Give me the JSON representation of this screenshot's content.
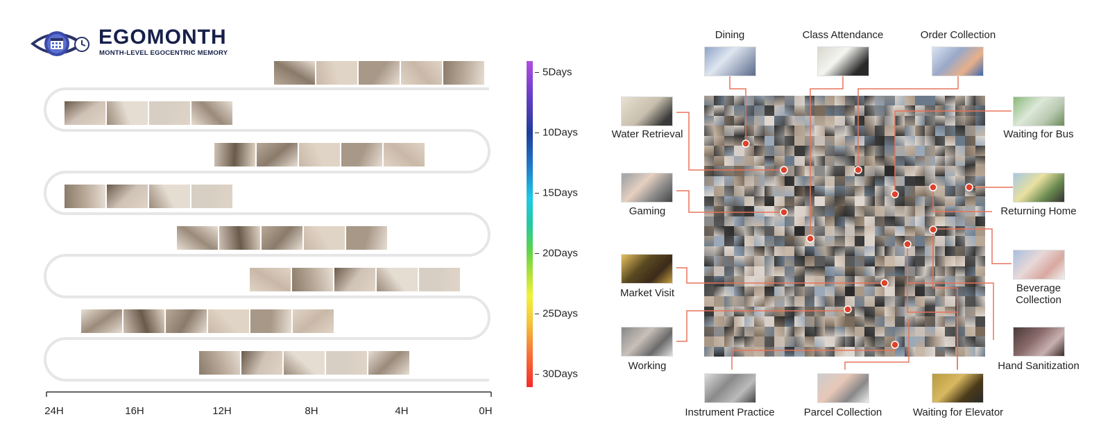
{
  "logo": {
    "title": "EGOMONTH",
    "subtitle": "MONTH-LEVEL EGOCENTRIC MEMORY"
  },
  "timeline": {
    "axis_ticks": [
      "24H",
      "16H",
      "12H",
      "8H",
      "4H",
      "0H"
    ]
  },
  "colorbar": {
    "labels": [
      "5Days",
      "10Days",
      "15Days",
      "20Days",
      "25Days",
      "30Days"
    ],
    "colors": [
      "#b14fe0",
      "#1f3c9a",
      "#1ec9e6",
      "#5fd24a",
      "#f2f23a",
      "#f52a2a"
    ]
  },
  "activities": {
    "dining": "Dining",
    "class_attendance": "Class Attendance",
    "order_collection": "Order Collection",
    "water_retrieval": "Water Retrieval",
    "waiting_for_bus": "Waiting for Bus",
    "gaming": "Gaming",
    "returning_home": "Returning Home",
    "market_visit": "Market Visit",
    "beverage_collection": "Beverage\nCollection",
    "working": "Working",
    "hand_sanitization": "Hand Sanitization",
    "instrument_practice": "Instrument Practice",
    "parcel_collection": "Parcel Collection",
    "waiting_for_elevator": "Waiting for Elevator"
  },
  "colors": {
    "connector": "#e8735a",
    "marker": "#e0412b",
    "track": "#e6e6e6"
  }
}
